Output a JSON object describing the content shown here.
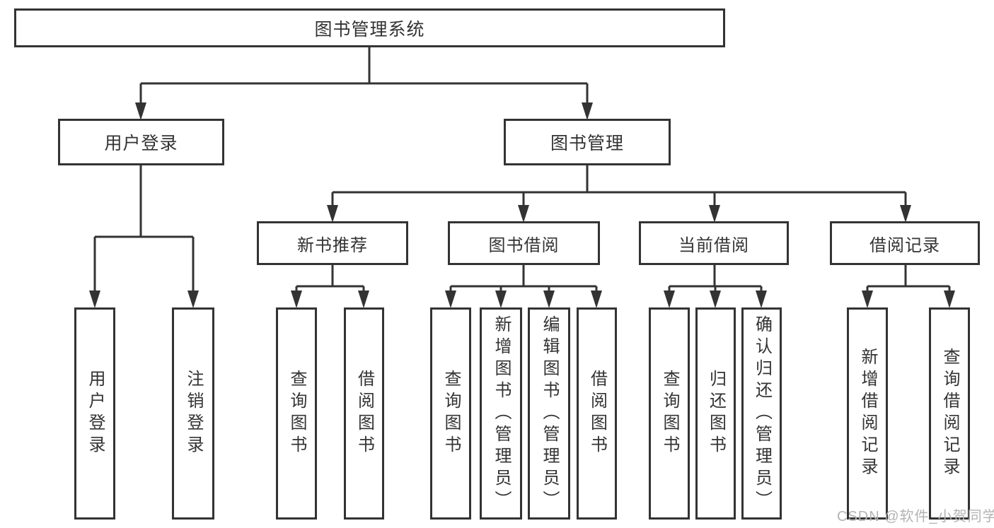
{
  "diagram": {
    "root": {
      "label": "图书管理系统"
    },
    "branches": [
      {
        "label": "用户登录",
        "children": [
          {
            "label": "用户登录"
          },
          {
            "label": "注销登录"
          }
        ]
      },
      {
        "label": "图书管理",
        "children": [
          {
            "label": "新书推荐",
            "children": [
              {
                "label": "查询图书"
              },
              {
                "label": "借阅图书"
              }
            ]
          },
          {
            "label": "图书借阅",
            "children": [
              {
                "label": "查询图书"
              },
              {
                "label": "新增图书（管理员）"
              },
              {
                "label": "编辑图书（管理员）"
              },
              {
                "label": "借阅图书"
              }
            ]
          },
          {
            "label": "当前借阅",
            "children": [
              {
                "label": "查询图书"
              },
              {
                "label": "归还图书"
              },
              {
                "label": "确认归还（管理员）"
              }
            ]
          },
          {
            "label": "借阅记录",
            "children": [
              {
                "label": "新增借阅记录"
              },
              {
                "label": "查询借阅记录"
              }
            ]
          }
        ]
      }
    ]
  },
  "watermark": {
    "text": "CSDN @软件_小贺同学"
  },
  "colors": {
    "line": "#333333",
    "box_border": "#333333",
    "box_background": "#ffffff",
    "text": "#333333",
    "watermark": "#b3b3b3"
  }
}
